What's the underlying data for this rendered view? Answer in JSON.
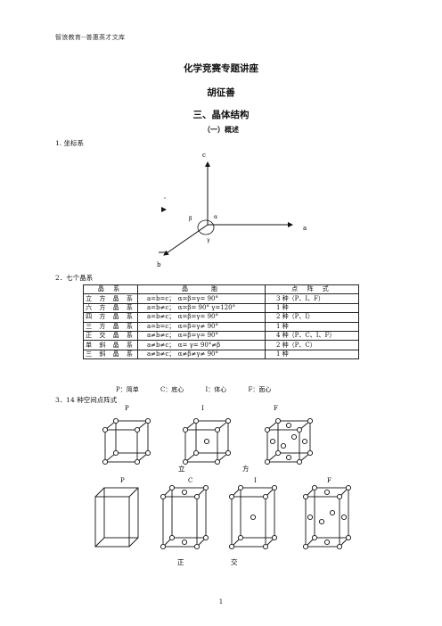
{
  "header": "智浪教育--普惠英才文库",
  "title": "化学竞赛专题讲座",
  "author": "胡征善",
  "chapter": "三、晶体结构",
  "subsection": "（一）概述",
  "section1": "1. 坐标系",
  "axes": {
    "c": "c",
    "a": "a",
    "b": "b",
    "alpha": "α",
    "beta": "β",
    "gamma": "γ"
  },
  "section2": "2．七个晶系",
  "table": {
    "headers": [
      "晶 系",
      "晶　　胞",
      "点 阵 式"
    ],
    "rows": [
      [
        "立 方 晶 系",
        "a=b=c；　α=β=γ= 90°",
        "3 种（P、I、F）"
      ],
      [
        "六 方 晶 系",
        "a=b≠c；　α=β= 90° γ=120°",
        "1 种"
      ],
      [
        "四 方 晶 系",
        "a=b≠c；　α=β=γ= 90°",
        "2 种（P、I）"
      ],
      [
        "三 方 晶 系",
        "a=b=c；　α=β=γ≠ 90°",
        "1 种"
      ],
      [
        "正 交 晶 系",
        "a≠b≠c；　α=β=γ= 90°",
        "4 种（P、C、I、F）"
      ],
      [
        "单 斜 晶 系",
        "a≠b≠c；　α= γ= 90°≠β",
        "2 种（P、C）"
      ],
      [
        "三 斜 晶 系",
        "a≠b≠c；　α≠β≠γ≠ 90°",
        "1 种"
      ]
    ]
  },
  "legend": [
    "P：简单",
    "C：底心",
    "I：体心",
    "F：面心"
  ],
  "section3": "3．14 种空间点阵式",
  "cubic": {
    "labels": [
      "P",
      "I",
      "F"
    ],
    "caption_left": "立",
    "caption_right": "方"
  },
  "ortho": {
    "labels": [
      "P",
      "C",
      "I",
      "F"
    ],
    "caption_left": "正",
    "caption_right": "交"
  },
  "page_number": "1"
}
